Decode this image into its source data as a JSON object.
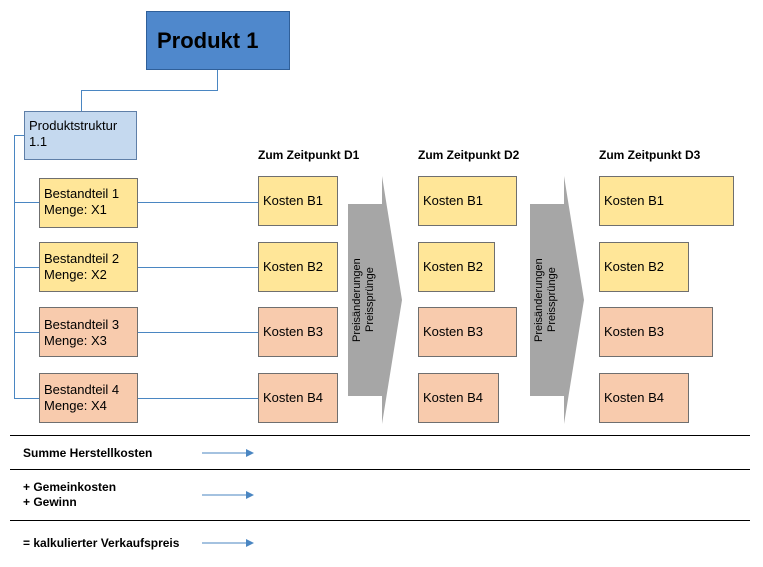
{
  "product": {
    "title": "Produkt 1"
  },
  "structure": {
    "label": "Produktstruktur 1.1"
  },
  "components": [
    {
      "name": "Bestandteil 1",
      "qty": "Menge: X1"
    },
    {
      "name": "Bestandteil 2",
      "qty": "Menge: X2"
    },
    {
      "name": "Bestandteil 3",
      "qty": "Menge: X3"
    },
    {
      "name": "Bestandteil 4",
      "qty": "Menge: X4"
    }
  ],
  "timepoints": [
    {
      "header": "Zum Zeitpunkt D1",
      "costs": [
        "Kosten B1",
        "Kosten B2",
        "Kosten B3",
        "Kosten B4"
      ]
    },
    {
      "header": "Zum Zeitpunkt D2",
      "costs": [
        "Kosten B1",
        "Kosten B2",
        "Kosten B3",
        "Kosten B4"
      ]
    },
    {
      "header": "Zum Zeitpunkt D3",
      "costs": [
        "Kosten B1",
        "Kosten B2",
        "Kosten B3",
        "Kosten B4"
      ]
    }
  ],
  "price_change": {
    "line1": "Preisänderungen",
    "line2": "Preissprünge"
  },
  "summary": {
    "row1": "Summe Herstellkosten",
    "row2_line1": "+ Gemeinkosten",
    "row2_line2": "+ Gewinn",
    "row3": "= kalkulierter Verkaufspreis"
  },
  "colors": {
    "product": "#4f88cc",
    "structure": "#c5d9ef",
    "yellow": "#ffe698",
    "salmon": "#f8cbad",
    "connector": "#4a86c2",
    "arrow": "#a6a6a6"
  }
}
